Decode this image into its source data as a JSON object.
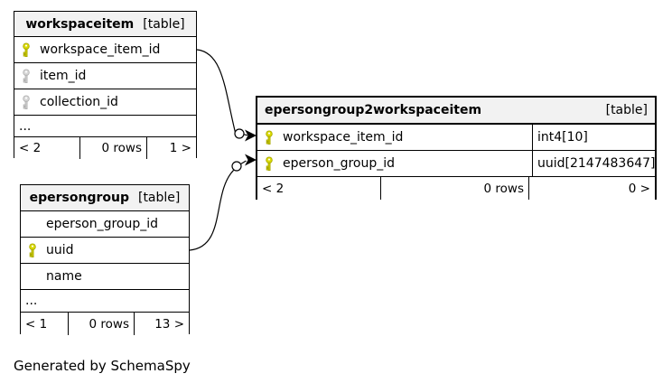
{
  "note": "Generated by SchemaSpy",
  "colors": {
    "primary_key": "#dcdc00",
    "muted_key": "#d8d8d8",
    "header_bg": "#f2f2f2",
    "border": "#000000"
  },
  "tables": {
    "workspaceitem": {
      "name": "workspaceitem",
      "tag": "[table]",
      "columns": [
        {
          "name": "workspace_item_id",
          "key": "primary"
        },
        {
          "name": "item_id",
          "key": "muted"
        },
        {
          "name": "collection_id",
          "key": "muted"
        }
      ],
      "ellipsis": "...",
      "footer": {
        "prev": "< 2",
        "rows": "0 rows",
        "next": "1 >"
      }
    },
    "junction": {
      "name": "epersongroup2workspaceitem",
      "tag": "[table]",
      "columns": [
        {
          "name": "workspace_item_id",
          "key": "primary",
          "type": "int4[10]"
        },
        {
          "name": "eperson_group_id",
          "key": "primary",
          "type": "uuid[2147483647]"
        }
      ],
      "footer": {
        "prev": "< 2",
        "rows": "0 rows",
        "next": "0 >"
      }
    },
    "epersongroup": {
      "name": "epersongroup",
      "tag": "[table]",
      "columns": [
        {
          "name": "eperson_group_id",
          "key": "none"
        },
        {
          "name": "uuid",
          "key": "primary"
        },
        {
          "name": "name",
          "key": "none"
        }
      ],
      "ellipsis": "...",
      "footer": {
        "prev": "< 1",
        "rows": "0 rows",
        "next": "13 >"
      }
    }
  },
  "relationships": [
    {
      "from": "workspaceitem.workspace_item_id",
      "to": "epersongroup2workspaceitem.workspace_item_id"
    },
    {
      "from": "epersongroup.uuid",
      "to": "epersongroup2workspaceitem.eperson_group_id"
    }
  ]
}
